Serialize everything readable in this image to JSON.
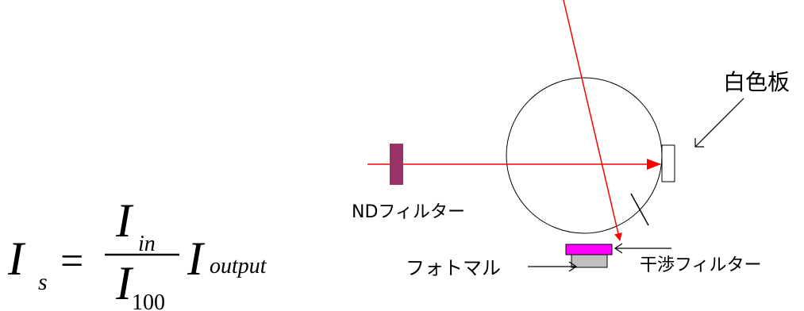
{
  "formula": {
    "lhs_symbol": "I",
    "lhs_subscript": "s",
    "equals": "=",
    "numerator_symbol": "I",
    "numerator_subscript": "in",
    "denominator_symbol": "I",
    "denominator_subscript": "100",
    "factor_symbol": "I",
    "factor_subscript": "output"
  },
  "labels": {
    "white_plate": "白色板",
    "nd_filter": "NDフィルター",
    "photomultiplier": "フォトマル",
    "interference_filter": "干渉フィルター"
  },
  "colors": {
    "beam": "#ff0000",
    "nd_filter": "#993366",
    "interference_filter": "#ff00ff",
    "photomultiplier": "#c0c0c0",
    "outline": "#000000"
  }
}
